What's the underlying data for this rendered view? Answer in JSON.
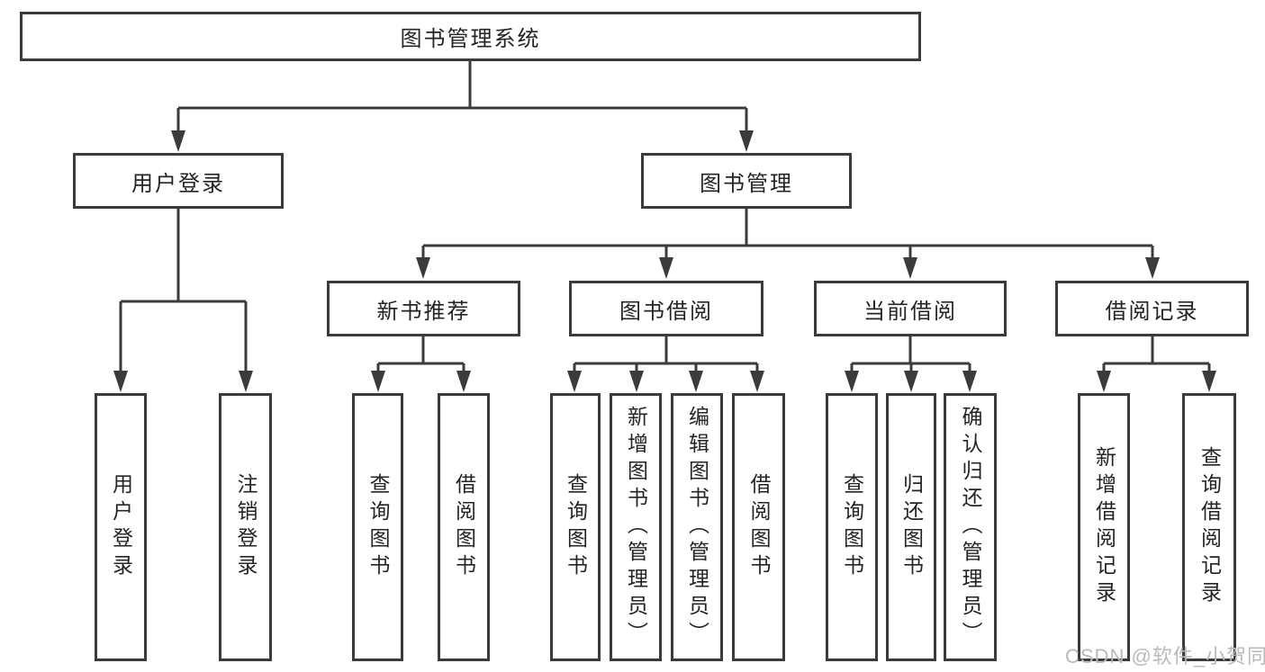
{
  "tree": {
    "root": {
      "label": "图书管理系统",
      "children": [
        {
          "label": "用户登录",
          "children": [
            {
              "label": "用户登录"
            },
            {
              "label": "注销登录"
            }
          ]
        },
        {
          "label": "图书管理",
          "children": [
            {
              "label": "新书推荐",
              "children": [
                {
                  "label": "查询图书"
                },
                {
                  "label": "借阅图书"
                }
              ]
            },
            {
              "label": "图书借阅",
              "children": [
                {
                  "label": "查询图书"
                },
                {
                  "label": "新增图书（管理员）"
                },
                {
                  "label": "编辑图书（管理员）"
                },
                {
                  "label": "借阅图书"
                }
              ]
            },
            {
              "label": "当前借阅",
              "children": [
                {
                  "label": "查询图书"
                },
                {
                  "label": "归还图书"
                },
                {
                  "label": "确认归还（管理员）"
                }
              ]
            },
            {
              "label": "借阅记录",
              "children": [
                {
                  "label": "新增借阅记录"
                },
                {
                  "label": "查询借阅记录"
                }
              ]
            }
          ]
        }
      ]
    }
  },
  "watermark": {
    "text": "CSDN @软件_小贺同学"
  },
  "colors": {
    "line": "#3b3b3b",
    "box_border": "#3b3b3b",
    "text": "#242424",
    "watermark": "#b9b9b9",
    "background": "#ffffff"
  }
}
